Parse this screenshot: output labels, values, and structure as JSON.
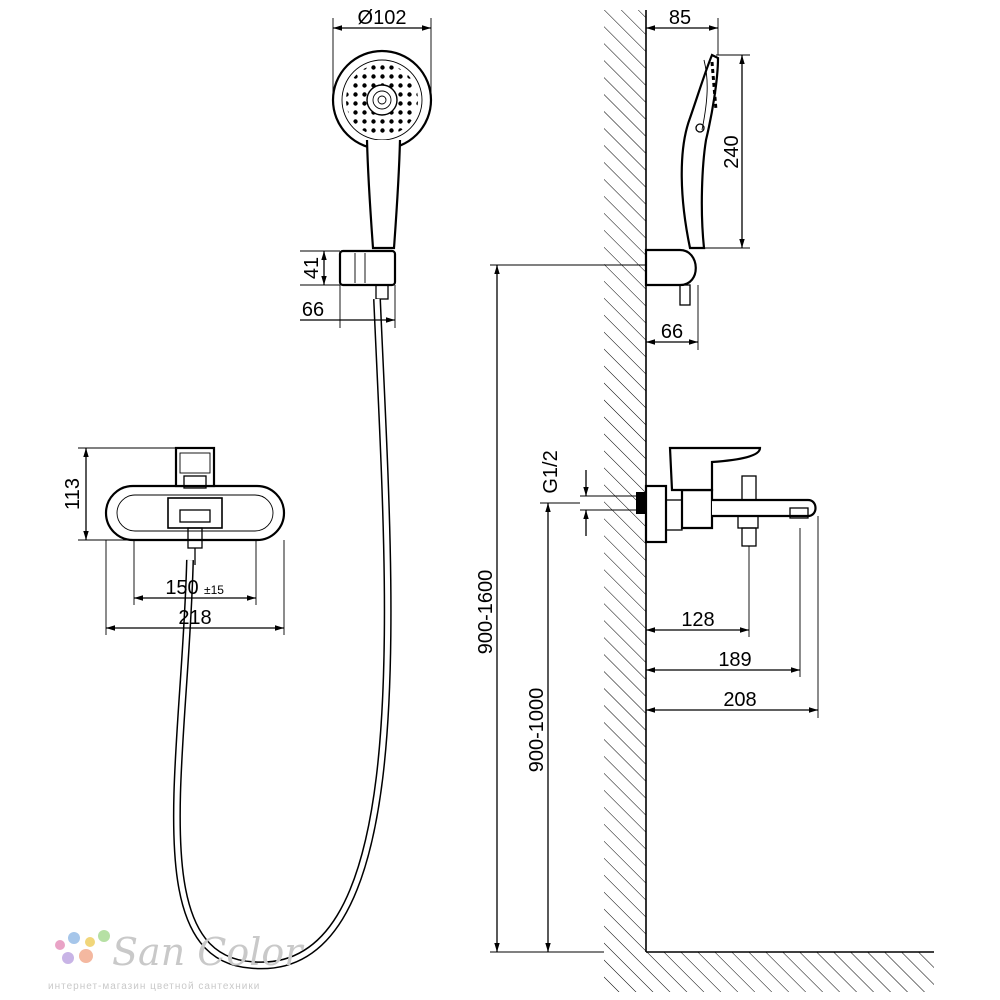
{
  "dimensions": {
    "head_diameter": "Ø102",
    "holder_height": "41",
    "holder_offset_front": "66",
    "mixer_height": "113",
    "mixer_centers": "150",
    "mixer_centers_tol": "±15",
    "mixer_width": "218",
    "head_depth": "85",
    "head_length": "240",
    "holder_offset_side": "66",
    "thread": "G1/2",
    "holder_mount_height": "900-1600",
    "mixer_mount_height": "900-1000",
    "spout_a": "128",
    "spout_b": "189",
    "spout_c": "208"
  },
  "watermark": {
    "brand": "San Color",
    "tagline": "интернет-магазин цветной сантехники",
    "dot_colors": [
      "#e9a3c6",
      "#a6c6ea",
      "#f1d67a",
      "#b6e0a4",
      "#c8b4e6",
      "#f4b8a0"
    ]
  }
}
